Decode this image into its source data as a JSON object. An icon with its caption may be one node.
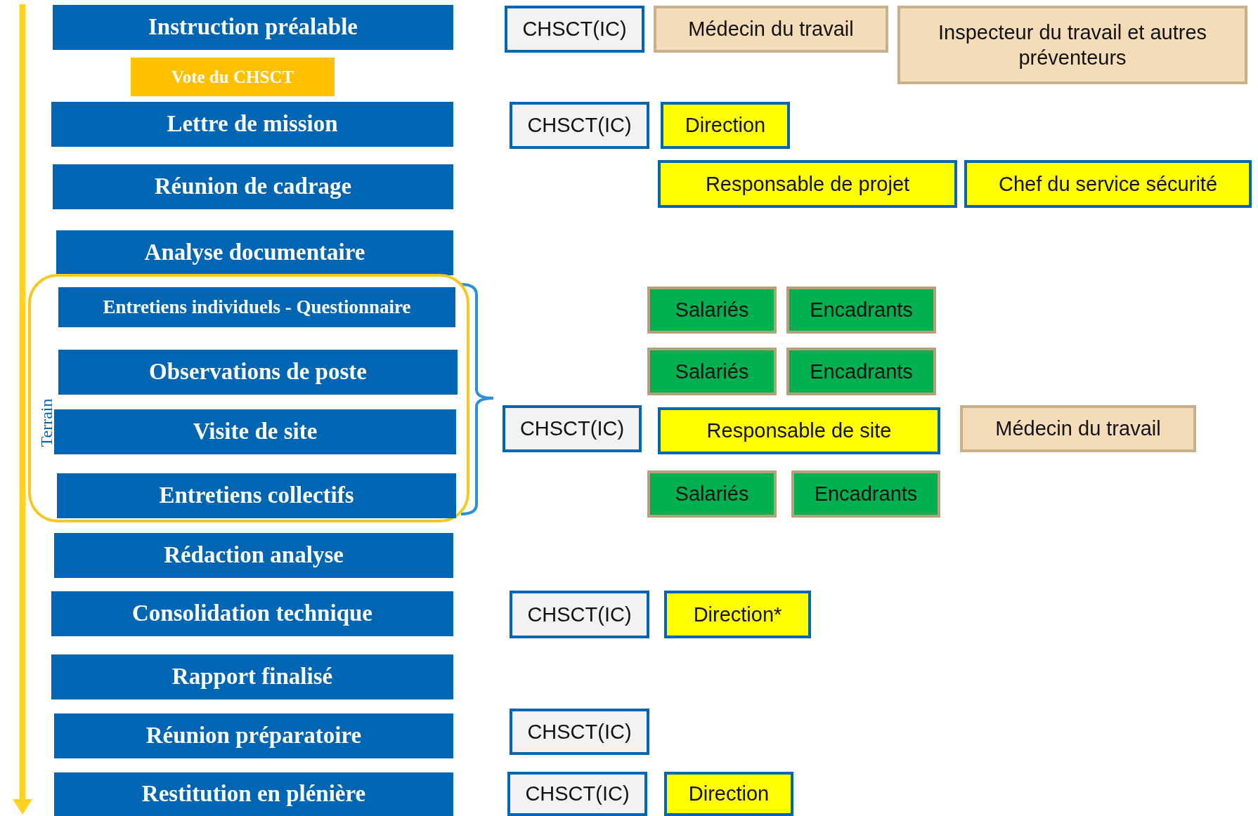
{
  "diagram": {
    "nodes": [
      {
        "text": [
          "Instruction préalable"
        ]
      },
      {
        "text": [
          "Vote du CHSCT"
        ]
      },
      {
        "text": [
          "Lettre de mission"
        ]
      },
      {
        "text": [
          "Réunion de cadrage"
        ]
      },
      {
        "text": [
          "Analyse documentaire"
        ]
      },
      {
        "text": [
          "Terrain"
        ]
      },
      {
        "text": [
          "Entretiens individuels - Questionnaire"
        ],
        "in": 5
      },
      {
        "text": [
          "Observations de poste"
        ],
        "in": 5
      },
      {
        "text": [
          "Visite de site"
        ],
        "in": 5
      },
      {
        "text": [
          "Entretiens collectifs"
        ],
        "in": 5
      },
      {
        "text": [
          "Rédaction analyse"
        ]
      },
      {
        "text": [
          "Consolidation technique"
        ]
      },
      {
        "text": [
          "Rapport finalisé"
        ]
      },
      {
        "text": [
          "Réunion préparatoire"
        ]
      },
      {
        "text": [
          "Restitution en plénière"
        ]
      },
      {
        "text": [
          "CHSCT(IC)"
        ]
      },
      {
        "text": [
          "Médecin du travail"
        ]
      },
      {
        "text": [
          "Inspecteur du travail et autres préventeurs"
        ]
      },
      {
        "text": [
          "CHSCT(IC)"
        ]
      },
      {
        "text": [
          "Direction"
        ]
      },
      {
        "text": [
          "Responsable de projet"
        ]
      },
      {
        "text": [
          "Chef du service sécurité"
        ]
      },
      {
        "text": [
          "Salariés"
        ]
      },
      {
        "text": [
          "Encadrants"
        ]
      },
      {
        "text": [
          "Salariés"
        ]
      },
      {
        "text": [
          "Encadrants"
        ]
      },
      {
        "text": [
          "CHSCT(IC)"
        ]
      },
      {
        "text": [
          "Responsable de site"
        ]
      },
      {
        "text": [
          "Médecin du travail"
        ]
      },
      {
        "text": [
          "Salariés"
        ]
      },
      {
        "text": [
          "Encadrants"
        ]
      },
      {
        "text": [
          "CHSCT(IC)"
        ]
      },
      {
        "text": [
          "Direction*"
        ]
      },
      {
        "text": [
          "CHSCT(IC)"
        ]
      },
      {
        "text": [
          "CHSCT(IC)"
        ]
      },
      {
        "text": [
          "Direction"
        ]
      }
    ]
  }
}
